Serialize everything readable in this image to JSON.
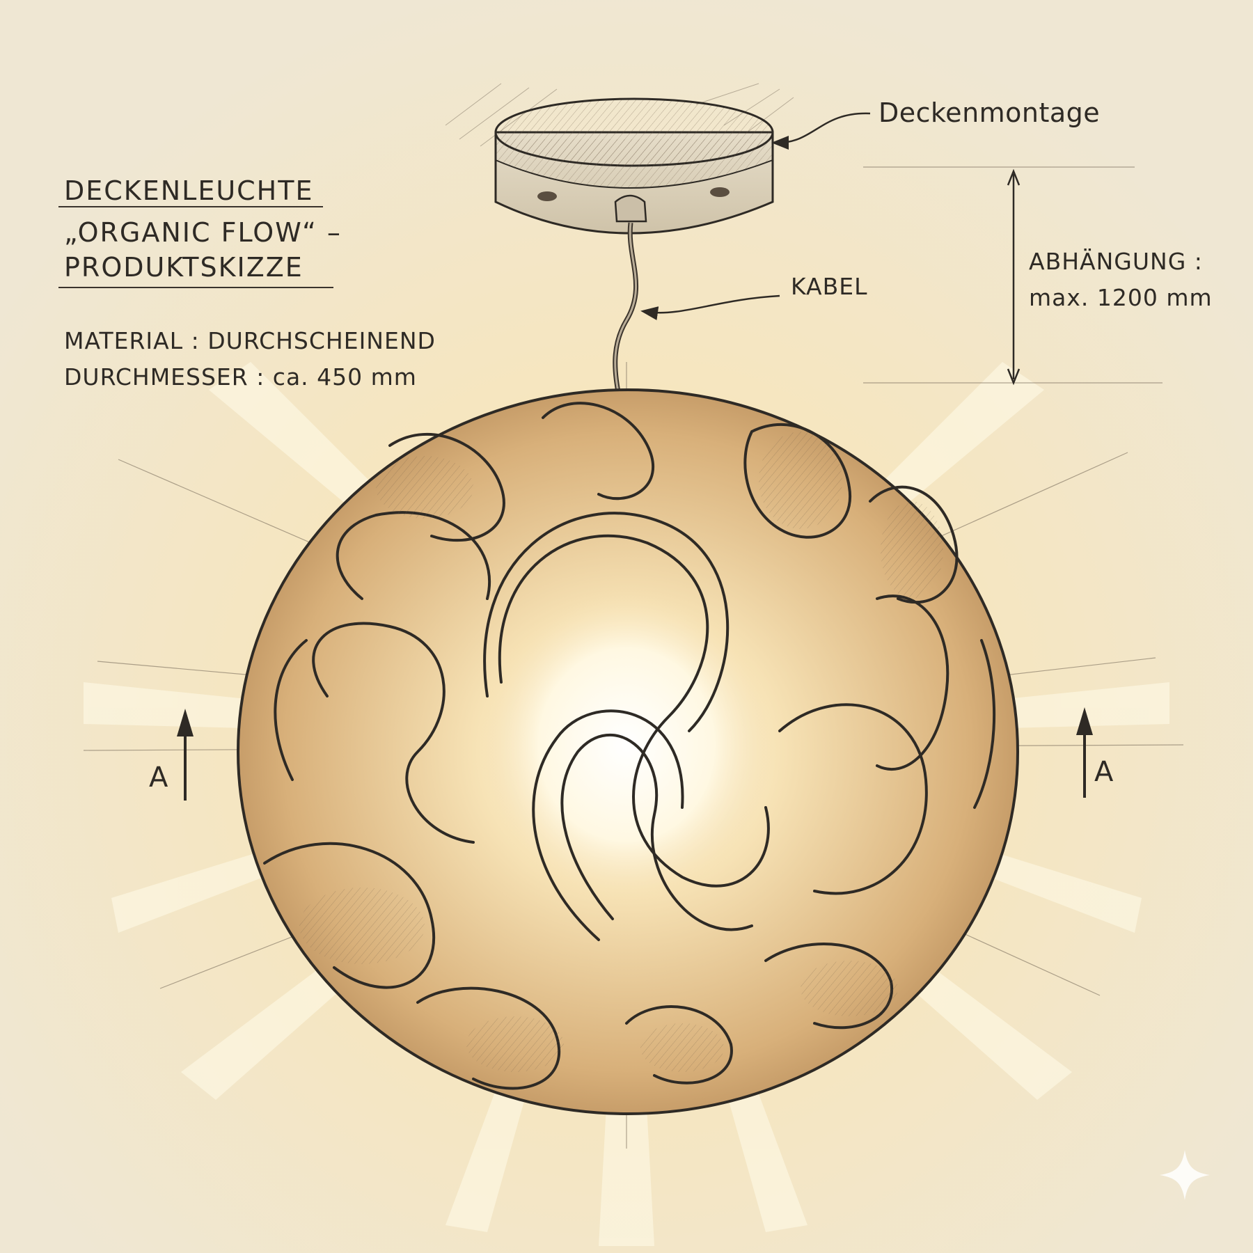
{
  "title": {
    "line1": "DECKENLEUCHTE",
    "line2": "„ORGANIC FLOW“ –",
    "line3": "PRODUKTSKIZZE"
  },
  "specs": {
    "material": "MATERIAL : DURCHSCHEINEND",
    "diameter": "DURCHMESSER : ca. 450 mm"
  },
  "callouts": {
    "ceiling_mount": "Deckenmontage",
    "cable": "KABEL",
    "suspension_label": "ABHÄNGUNG :",
    "suspension_value": "max. 1200 mm"
  },
  "section_marks": {
    "left": "A",
    "right": "A"
  },
  "colors": {
    "paper": "#f3ecd9",
    "ink": "#2e2a25",
    "glow": "#fff6d6",
    "shade": "#d9b27a"
  },
  "icons": [
    "sparkle-icon"
  ]
}
